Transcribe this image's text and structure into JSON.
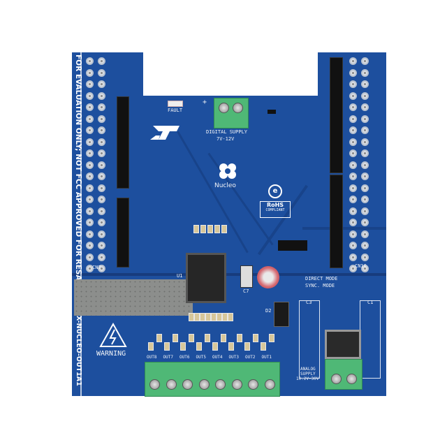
{
  "board": {
    "side_label": "FOR EVALUATION ONLY; NOT FCC APPROVED FOR RESALE",
    "model_label": "X-NUCLEO-OUT1A1",
    "digital_supply": "DIGITAL SUPPLY",
    "digital_voltage": "7V-12V",
    "fault": "FAULT",
    "nucleo": "Nucleo",
    "rohs": "RoHS",
    "rohs_sub": "COMPLIANT",
    "direct_mode": "DIRECT MODE",
    "sync_mode": "SYNC. MODE",
    "warning": "WARNING",
    "analog_supply": [
      "ANALOG",
      "SUPPLY",
      "10.2V-30V"
    ],
    "outputs": [
      "OUT8",
      "OUT7",
      "OUT6",
      "OUT5",
      "OUT4",
      "OUT3",
      "OUT2",
      "OUT1"
    ],
    "refs": {
      "cn7": "CN7",
      "cn10": "CN10",
      "u1": "U1",
      "c1": "C1",
      "c3": "C3",
      "d2": "D2",
      "c7": "C7"
    },
    "colors": {
      "pcb": "#1d4f9e",
      "terminal": "#4fb876",
      "header": "#111111"
    }
  }
}
